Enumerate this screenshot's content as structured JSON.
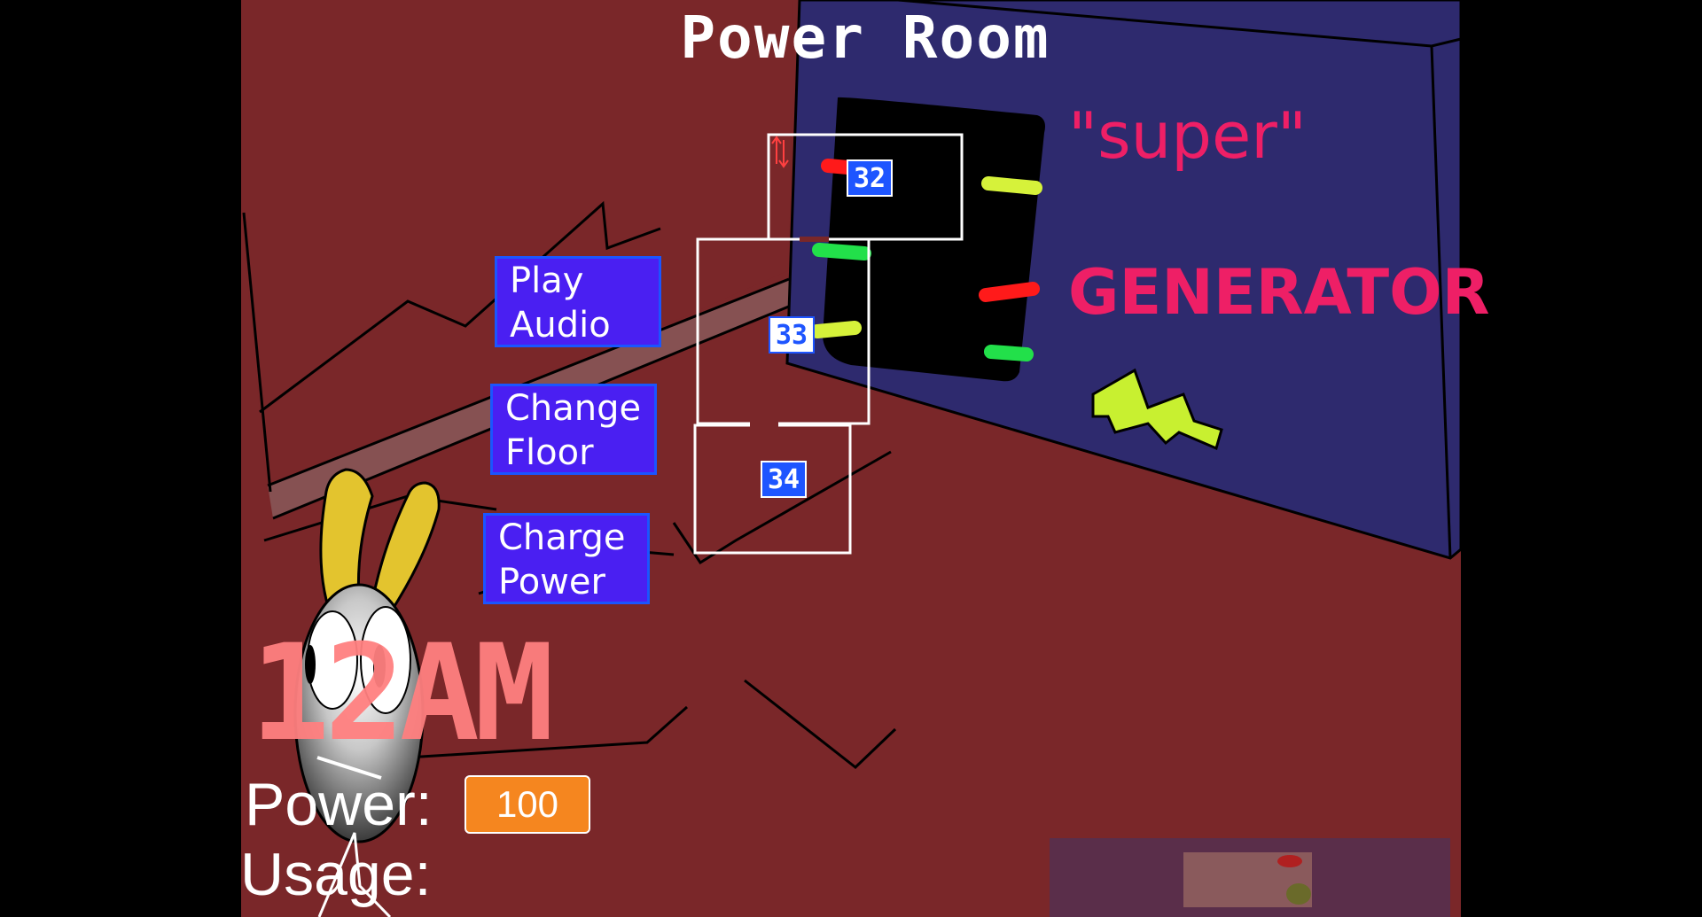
{
  "room_title": "Power Room",
  "generator_sign": {
    "line1": "\"super\"",
    "line2": "GENERATOR"
  },
  "buttons": {
    "play_audio": [
      "Play",
      "Audio"
    ],
    "change_floor": [
      "Change",
      "Floor"
    ],
    "charge_power": [
      "Charge",
      "Power"
    ]
  },
  "cameras": [
    {
      "id": "32",
      "selected": false
    },
    {
      "id": "33",
      "selected": true
    },
    {
      "id": "34",
      "selected": false
    }
  ],
  "clock": "12AM",
  "power": {
    "label": "Power:",
    "value": "100"
  },
  "usage": {
    "label": "Usage:"
  },
  "colors": {
    "wall": "#7a2729",
    "generator": "#2e2a6e",
    "sign_text": "#ee1f66",
    "button_bg": "#4a1ff2",
    "cam_bg": "#1e55ff",
    "clock": "#ff8080",
    "power_box": "#f5861f",
    "lever_red": "#ff1a1a",
    "lever_green": "#22e04a",
    "lever_yellow": "#d6f23a"
  },
  "icons": {
    "map_swap": "swap-arrows-icon"
  }
}
